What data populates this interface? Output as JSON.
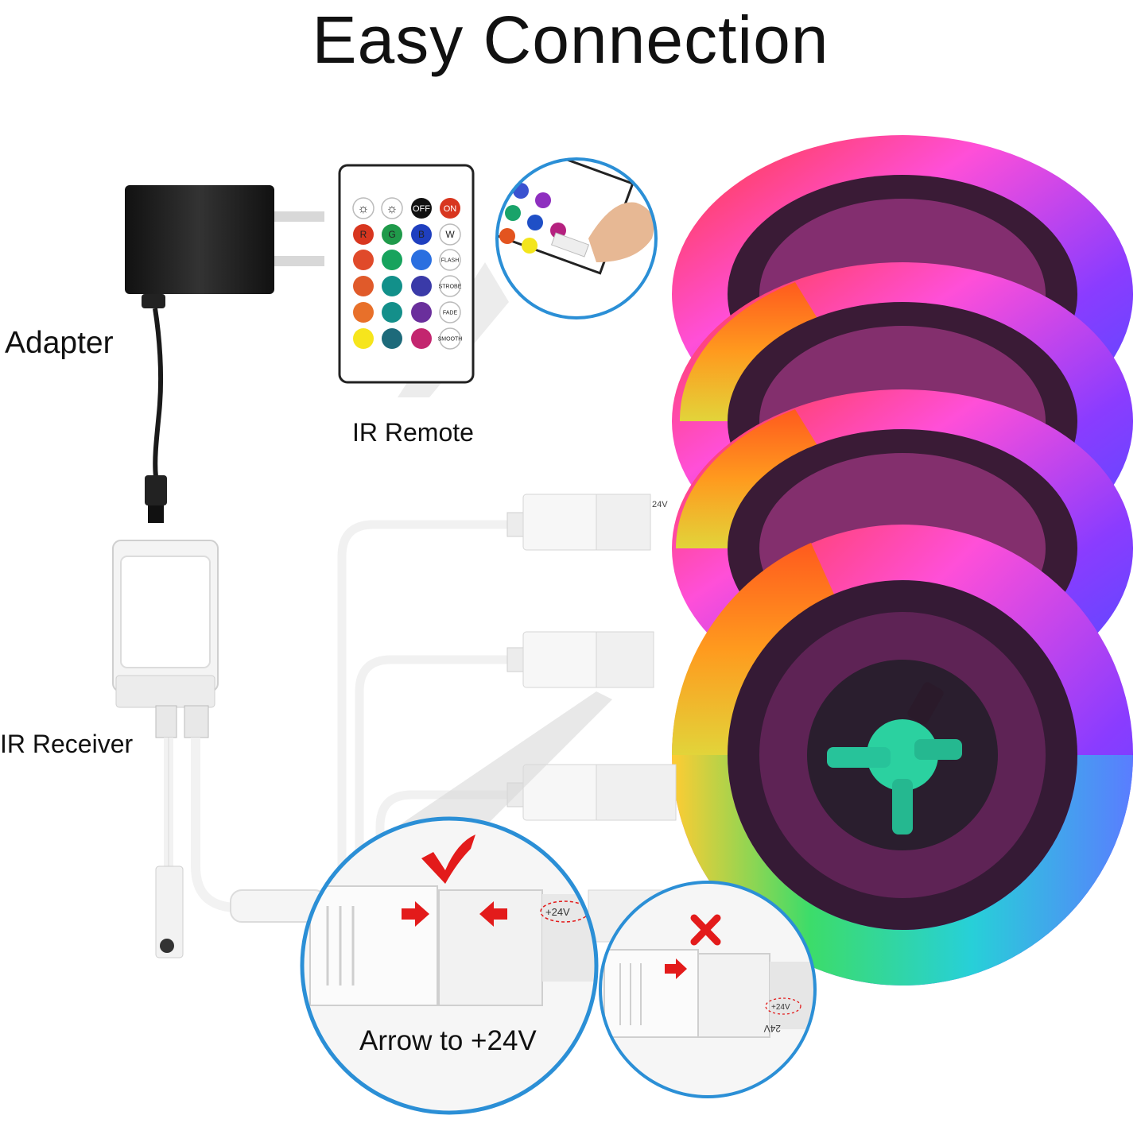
{
  "title": "Easy Connection",
  "labels": {
    "adapter": "Adapter",
    "ir_remote": "IR Remote",
    "ir_receiver": "IR Receiver",
    "arrow_instruction": "Arrow to +24V"
  },
  "remote": {
    "top_row": [
      "☼",
      "☼",
      "OFF",
      "ON"
    ],
    "row_rgbw": [
      "R",
      "G",
      "B",
      "W"
    ],
    "mode_buttons": [
      "FLASH",
      "STROBE",
      "FADE",
      "SMOOTH"
    ]
  },
  "connector_marks": {
    "correct_label": "+24V",
    "wrong_label": "+24V",
    "wrong_label_mirrored": "24V",
    "strip_label": "24V",
    "correct_symbol": "✔",
    "wrong_symbol": "X"
  },
  "colors": {
    "accent_blue": "#2b8fd6",
    "arrow_red": "#e31b1b",
    "adapter_black": "#1c1c1c"
  }
}
